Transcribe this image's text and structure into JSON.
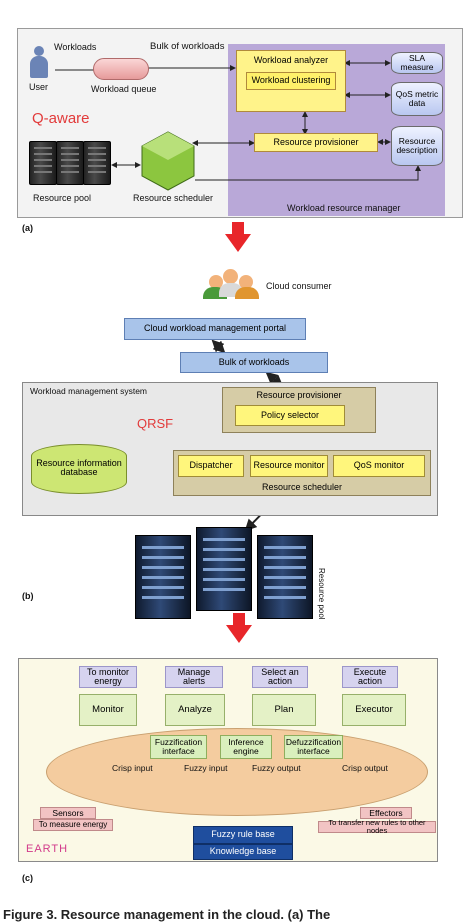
{
  "panel_a": {
    "label": "(a)",
    "user": "User",
    "workloads": "Workloads",
    "bulk": "Bulk of workloads",
    "queue": "Workload queue",
    "qaware": "Q-aware",
    "resource_pool": "Resource pool",
    "scheduler": "Resource scheduler",
    "manager": "Workload resource manager",
    "analyzer": "Workload analyzer",
    "clustering": "Workload clustering",
    "provisioner": "Resource provisioner",
    "sla": "SLA measure",
    "qos_metric": "QoS metric data",
    "res_desc": "Resource description"
  },
  "panel_b": {
    "label": "(b)",
    "consumer": "Cloud consumer",
    "portal": "Cloud workload management portal",
    "bulk": "Bulk of workloads",
    "wms": "Workload management system",
    "qrsf": "QRSF",
    "provisioner": "Resource provisioner",
    "policy": "Policy selector",
    "info_db": "Resource information database",
    "dispatcher": "Dispatcher",
    "monitor": "Resource monitor",
    "qos_monitor": "QoS monitor",
    "scheduler": "Resource scheduler",
    "resource_pool": "Resource pool"
  },
  "panel_c": {
    "label": "(c)",
    "to_monitor": "To monitor energy",
    "manage_alerts": "Manage alerts",
    "select_action": "Select an action",
    "execute_action": "Execute action",
    "monitor": "Monitor",
    "analyze": "Analyze",
    "plan": "Plan",
    "executor": "Executor",
    "fuzzification": "Fuzzification interface",
    "inference": "Inference engine",
    "defuzzification": "Defuzzification interface",
    "crisp_in": "Crisp input",
    "fuzzy_in": "Fuzzy input",
    "fuzzy_out": "Fuzzy output",
    "crisp_out": "Crisp output",
    "sensors": "Sensors",
    "to_measure": "To measure energy",
    "effectors": "Effectors",
    "transfer": "To transfer new rules to other nodes",
    "rule_base": "Fuzzy rule base",
    "knowledge": "Knowledge base",
    "earth": "EARTH"
  },
  "caption": "Figure 3. Resource management in the cloud. (a) The"
}
